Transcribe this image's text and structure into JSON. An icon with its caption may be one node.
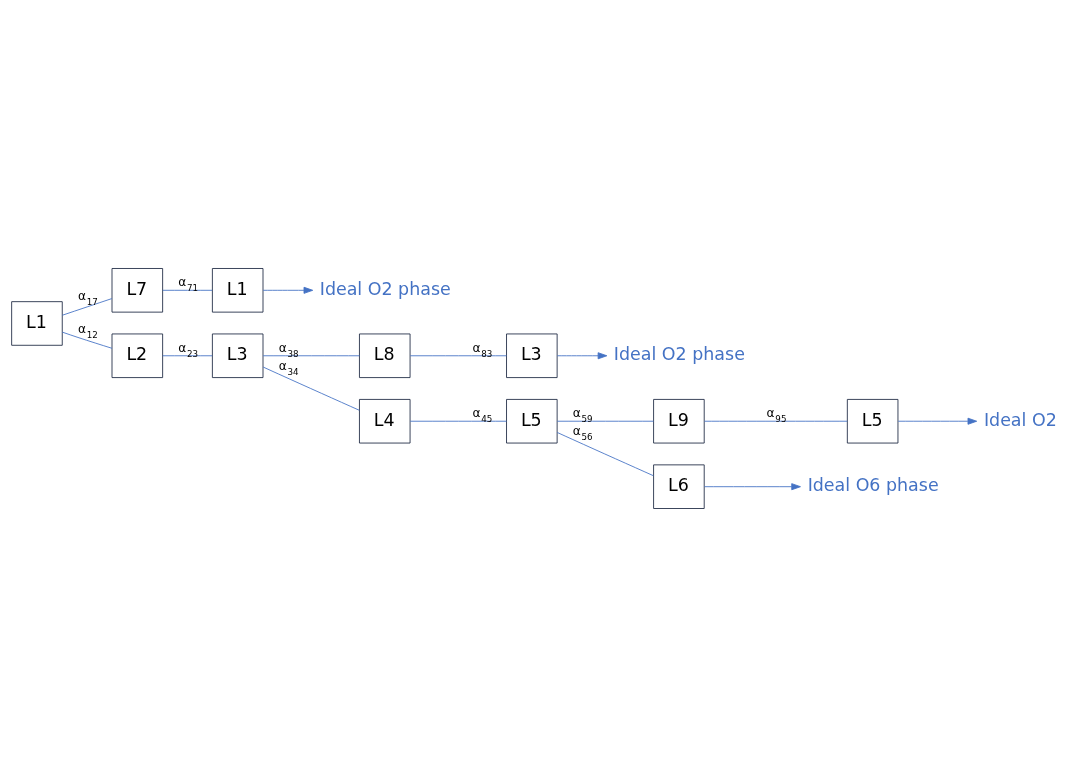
{
  "diagram": {
    "nodes": [
      {
        "text": [
          "L1"
        ]
      },
      {
        "text": [
          "L7"
        ]
      },
      {
        "text": [
          "L1"
        ]
      },
      {
        "text": [
          "Ideal O2 phase"
        ]
      },
      {
        "text": [
          "L2"
        ]
      },
      {
        "text": [
          "L3"
        ]
      },
      {
        "text": [
          "L8"
        ]
      },
      {
        "text": [
          "L3"
        ]
      },
      {
        "text": [
          "Ideal O2 phase"
        ]
      },
      {
        "text": [
          "L4"
        ]
      },
      {
        "text": [
          "L5"
        ]
      },
      {
        "text": [
          "L9"
        ]
      },
      {
        "text": [
          "L5"
        ]
      },
      {
        "text": [
          "Ideal O2"
        ]
      },
      {
        "text": [
          "L6"
        ]
      },
      {
        "text": [
          "Ideal O6 phase"
        ]
      }
    ],
    "edges": [
      {
        "from": 0,
        "to": 1,
        "arrow": "none",
        "label": "α$_{17}$"
      },
      {
        "from": 1,
        "to": 2,
        "arrow": "none",
        "label": "α$_{71}$"
      },
      {
        "from": 2,
        "to": 3,
        "arrow": "to"
      },
      {
        "from": 0,
        "to": 4,
        "arrow": "none",
        "label": "α$_{12}$"
      },
      {
        "from": 4,
        "to": 5,
        "arrow": "none",
        "label": "α$_{23}$"
      },
      {
        "from": 5,
        "to": 6,
        "arrow": "none",
        "label": "α$_{38}$"
      },
      {
        "from": 6,
        "to": 7,
        "arrow": "none",
        "label": "α$_{83}$"
      },
      {
        "from": 7,
        "to": 8,
        "arrow": "to"
      },
      {
        "from": 5,
        "to": 9,
        "arrow": "none",
        "label": "α$_{34}$"
      },
      {
        "from": 9,
        "to": 10,
        "arrow": "none",
        "label": "α$_{45}$"
      },
      {
        "from": 10,
        "to": 11,
        "arrow": "none",
        "label": "α$_{59}$"
      },
      {
        "from": 11,
        "to": 12,
        "arrow": "none",
        "label": "α$_{95}$"
      },
      {
        "from": 12,
        "to": 13,
        "arrow": "to"
      },
      {
        "from": 10,
        "to": 14,
        "arrow": "none",
        "label": "α$_{56}$"
      },
      {
        "from": 14,
        "to": 15,
        "arrow": "to"
      }
    ]
  }
}
